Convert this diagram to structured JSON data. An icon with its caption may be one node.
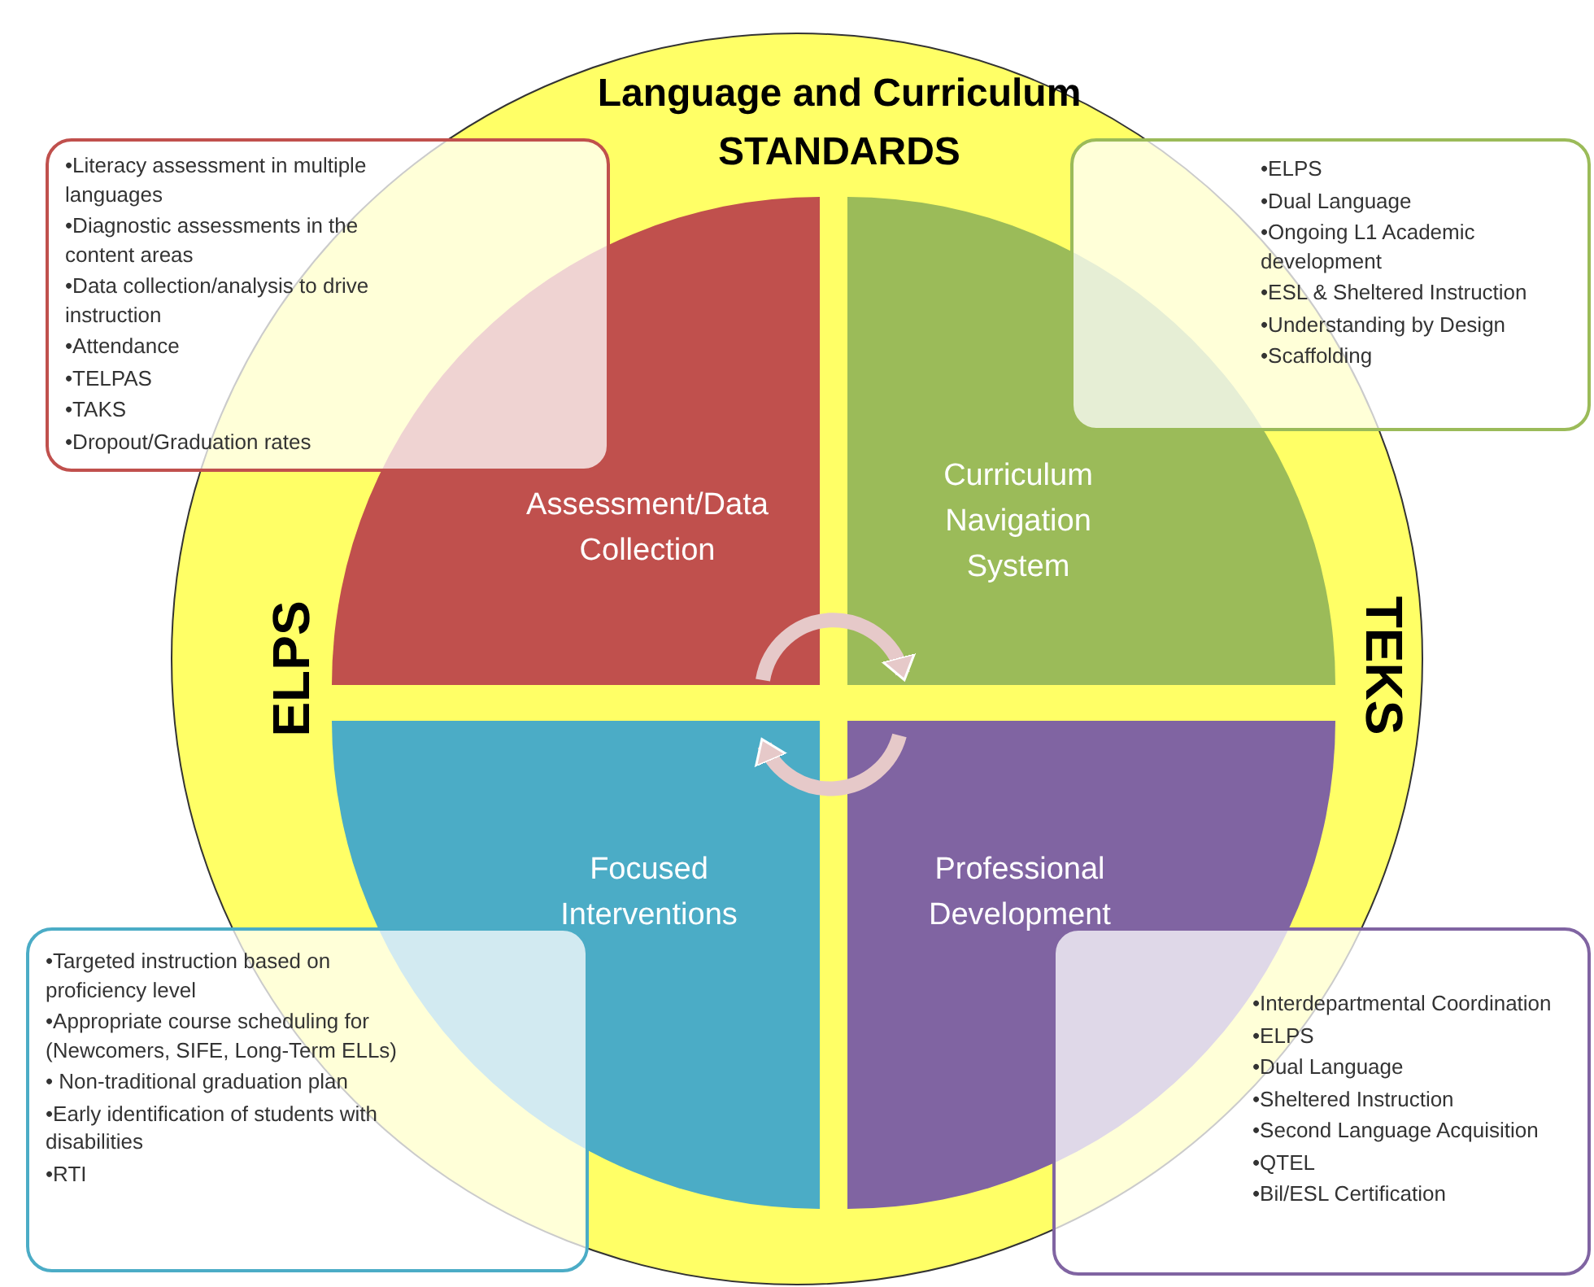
{
  "diagram": {
    "nodes": [
      {
        "text": [
          "Language and Curriculum STANDARDS",
          "ELPS",
          "TEKS"
        ]
      },
      {
        "text": [
          "Assessment/Data Collection"
        ],
        "in": 0
      },
      {
        "text": [
          "Curriculum Navigation System"
        ],
        "in": 0
      },
      {
        "text": [
          "Focused Interventions"
        ],
        "in": 0
      },
      {
        "text": [
          "Professional Development"
        ],
        "in": 0
      },
      {
        "text": [
          "•Literacy assessment in multiple languages",
          "•Diagnostic assessments in the content areas",
          "•Data collection/analysis to drive instruction",
          "•Attendance",
          "•TELPAS",
          "•TAKS",
          "•Dropout/Graduation rates"
        ]
      },
      {
        "text": [
          "•ELPS",
          "•Dual Language",
          "•Ongoing L1 Academic development",
          "•ESL & Sheltered Instruction",
          "•Understanding by Design",
          "•Scaffolding"
        ]
      },
      {
        "text": [
          "•Targeted instruction based on proficiency level",
          "•Appropriate course scheduling for (Newcomers, SIFE, Long-Term ELLs)",
          "• Non-traditional graduation plan",
          "•Early identification of students with disabilities",
          "•RTI"
        ]
      },
      {
        "text": [
          "•Interdepartmental Coordination",
          "•ELPS",
          "•Dual Language",
          "•Sheltered Instruction",
          "•Second Language Acquisition",
          "•QTEL",
          "•Bil/ESL Certification"
        ]
      }
    ],
    "edges": [
      {
        "from": 1,
        "to": 2,
        "arrow": "to"
      },
      {
        "from": 4,
        "to": 3,
        "arrow": "to"
      }
    ]
  }
}
